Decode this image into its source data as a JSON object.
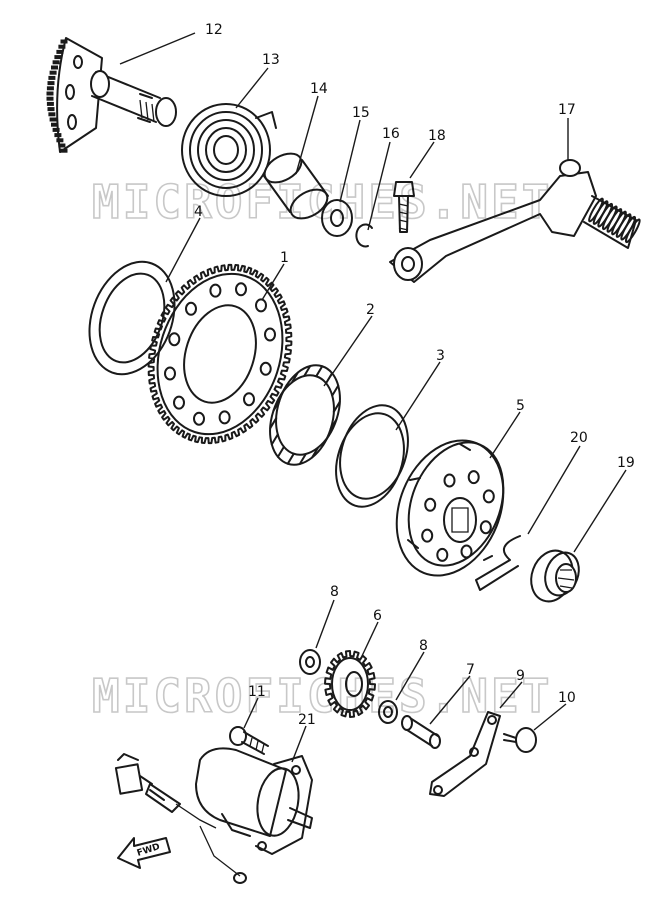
{
  "watermark": "MICROFICHES.NET",
  "direction_marker": "FWD",
  "callouts": [
    {
      "id": "1",
      "text": "1"
    },
    {
      "id": "2",
      "text": "2"
    },
    {
      "id": "3",
      "text": "3"
    },
    {
      "id": "4",
      "text": "4"
    },
    {
      "id": "5",
      "text": "5"
    },
    {
      "id": "6",
      "text": "6"
    },
    {
      "id": "7",
      "text": "7"
    },
    {
      "id": "8a",
      "text": "8"
    },
    {
      "id": "8b",
      "text": "8"
    },
    {
      "id": "9",
      "text": "9"
    },
    {
      "id": "10",
      "text": "10"
    },
    {
      "id": "11",
      "text": "11"
    },
    {
      "id": "12",
      "text": "12"
    },
    {
      "id": "13",
      "text": "13"
    },
    {
      "id": "14",
      "text": "14"
    },
    {
      "id": "15",
      "text": "15"
    },
    {
      "id": "16",
      "text": "16"
    },
    {
      "id": "17",
      "text": "17"
    },
    {
      "id": "18",
      "text": "18"
    },
    {
      "id": "19",
      "text": "19"
    },
    {
      "id": "20",
      "text": "20"
    },
    {
      "id": "21",
      "text": "21"
    }
  ]
}
